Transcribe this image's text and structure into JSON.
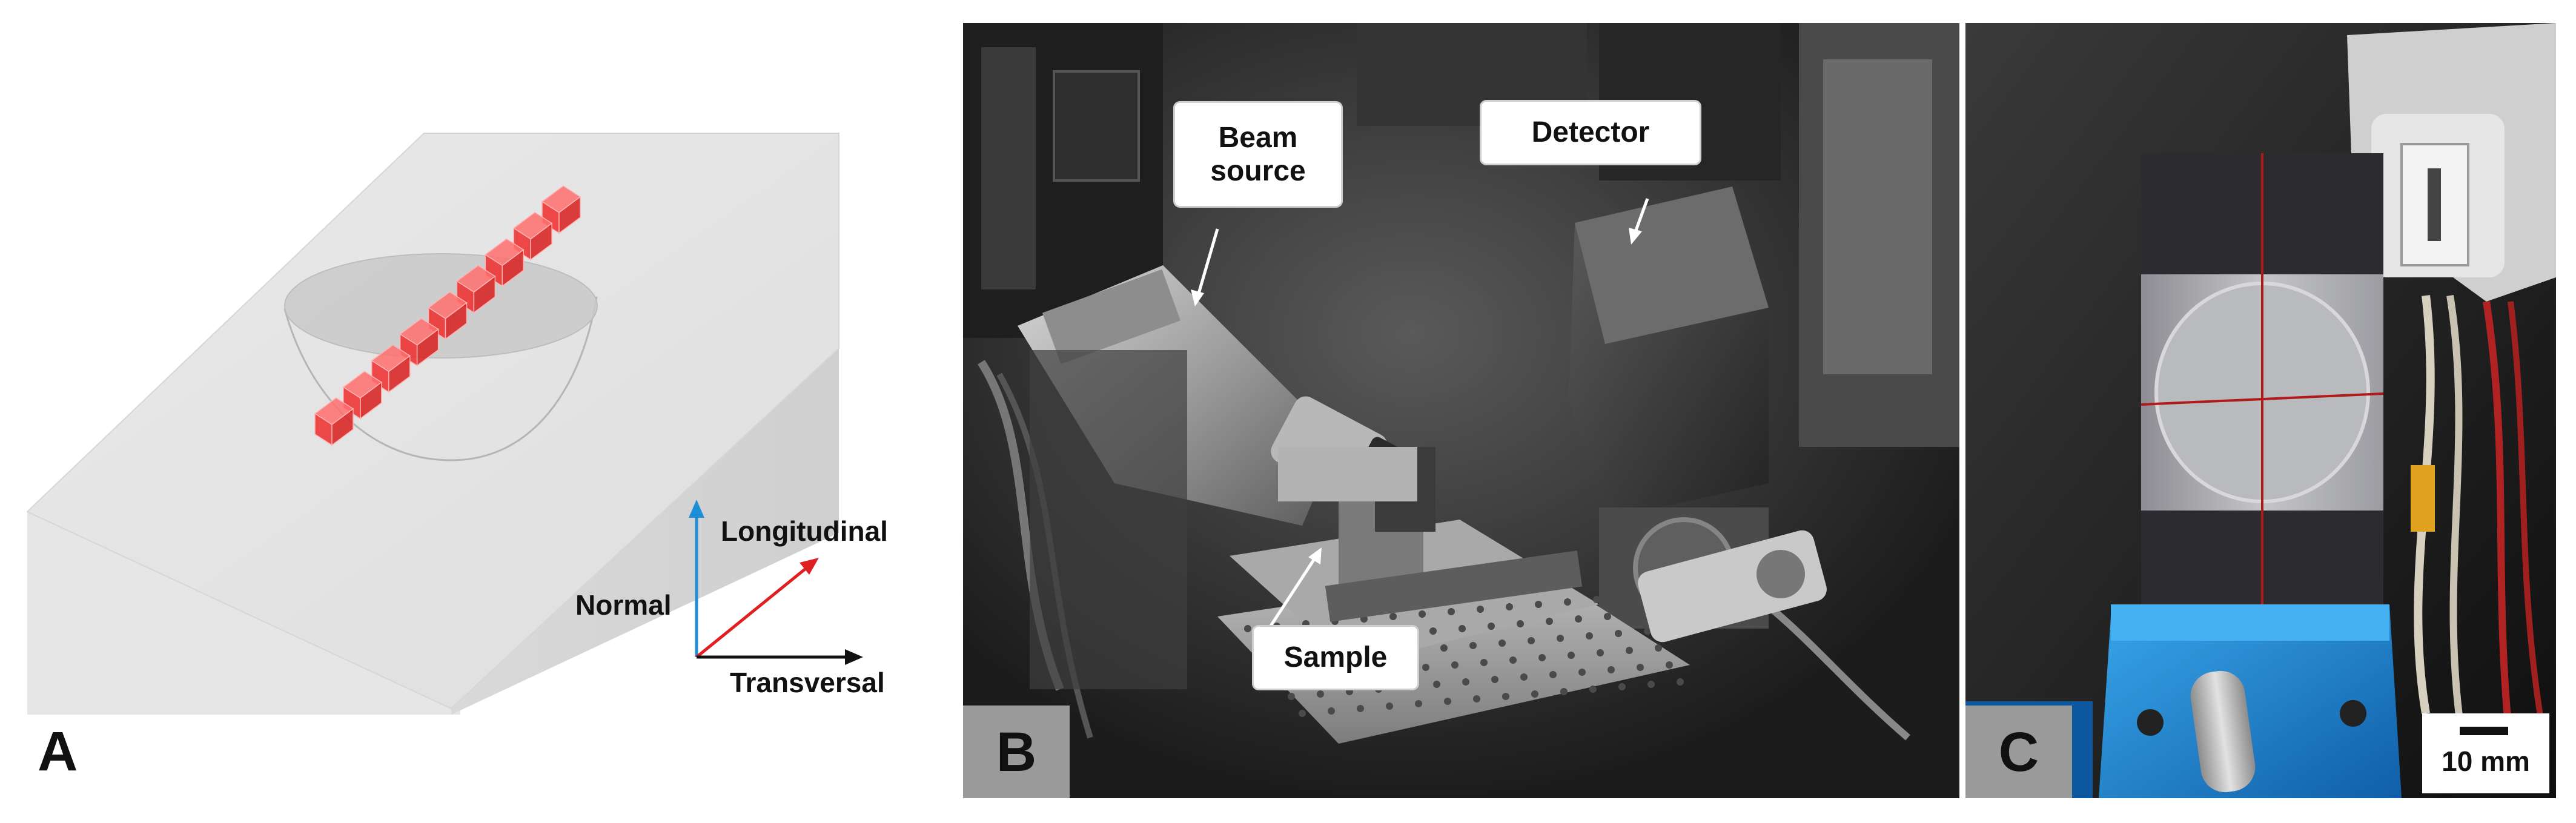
{
  "panel_a": {
    "letter": "A",
    "axes": {
      "longitudinal": "Longitudinal",
      "normal": "Normal",
      "transversal": "Transversal"
    },
    "cube_count": 9,
    "colors": {
      "normal_axis": "#1e8fd6",
      "longitudinal_axis": "#e02020",
      "transversal_axis": "#111111",
      "cube_red": "#ee2c2c"
    }
  },
  "panel_b": {
    "letter": "B",
    "labels": {
      "beam_source": "Beam\nsource",
      "detector": "Detector",
      "sample": "Sample"
    }
  },
  "panel_c": {
    "letter": "C",
    "scale_label": "10 mm",
    "colors": {
      "holder_blue": "#1f8fd8",
      "cross_red": "#b01a1a"
    }
  }
}
